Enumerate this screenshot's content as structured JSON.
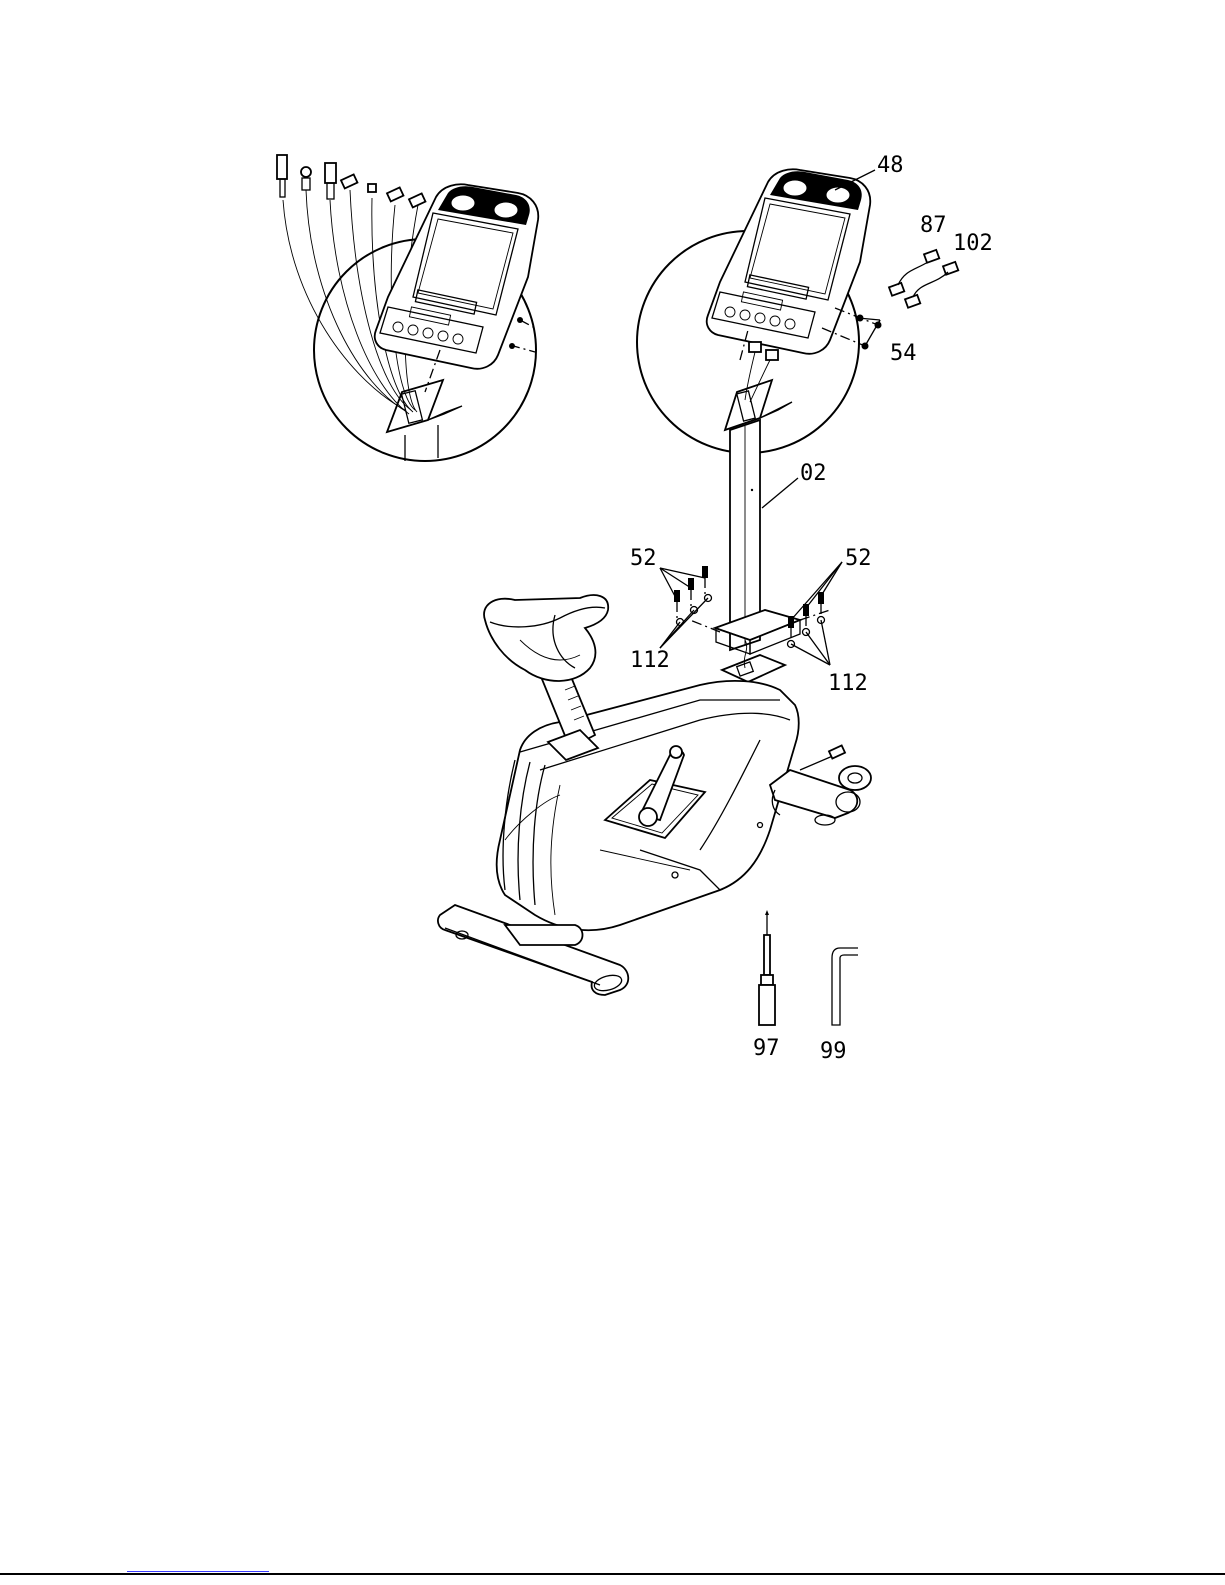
{
  "labels": {
    "console": "48",
    "cable_a": "87",
    "cable_b": "102",
    "screws_console": "54",
    "upright_tube": "02",
    "bolts_left": "52",
    "bolts_right": "52",
    "washers_left": "112",
    "washers_right": "112",
    "screwdriver": "97",
    "allen_key": "99"
  },
  "colors": {
    "line": "#000000",
    "background": "#ffffff",
    "link_underline": "#3a3aff"
  }
}
